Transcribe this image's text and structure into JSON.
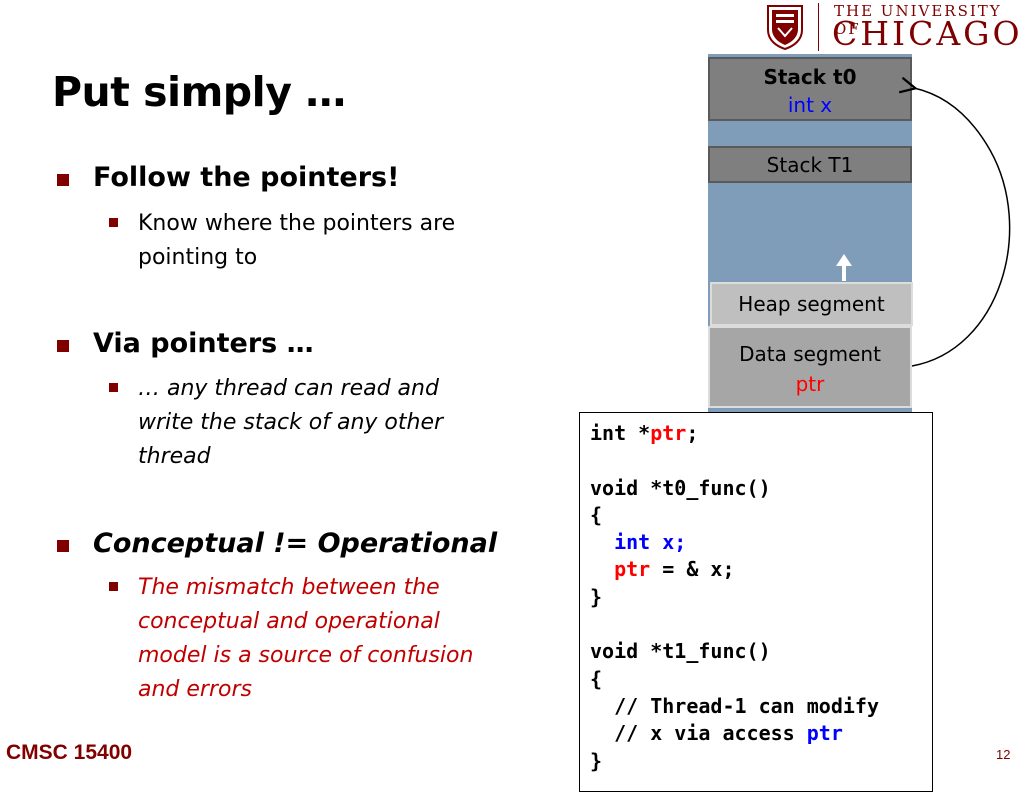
{
  "title": "Put simply …",
  "bullets": [
    {
      "text": "Follow the pointers!",
      "sub": "Know where the pointers are pointing to"
    },
    {
      "text": "Via pointers …",
      "sub": "… any thread can read and write the stack of any other thread"
    },
    {
      "text": "Conceptual != Operational",
      "sub": "The mismatch between the conceptual and operational model is a source of confusion and errors"
    }
  ],
  "logo": {
    "line1": "THE UNIVERSITY OF",
    "line2": "CHICAGO",
    "seal": "university-seal"
  },
  "memory": {
    "stack_t0": "Stack t0",
    "stack_t0_var": "int x",
    "stack_t1": "Stack T1",
    "heap": "Heap segment",
    "data": "Data segment",
    "data_var": "ptr"
  },
  "code": {
    "l1_a": "int *",
    "l1_ptr": "ptr",
    "l1_b": ";",
    "l3": "void *t0_func()",
    "l4": "{",
    "l5_int": "int",
    "l5_x": "x;",
    "l6_ptr": "ptr",
    "l6_rest": " = & x;",
    "l7": "}",
    "l9": "void *t1_func()",
    "l10": "{",
    "l11": "  // Thread-1 can modify",
    "l12_a": "  // x via access ",
    "l12_ptr": "ptr",
    "l13": "}"
  },
  "colors": {
    "maroon": "#800000",
    "accent_red": "#c00000",
    "stack_gray": "#7f7f7f",
    "free_blue": "#7f9db9"
  },
  "footer": {
    "course": "CMSC 15400",
    "page": "12"
  }
}
